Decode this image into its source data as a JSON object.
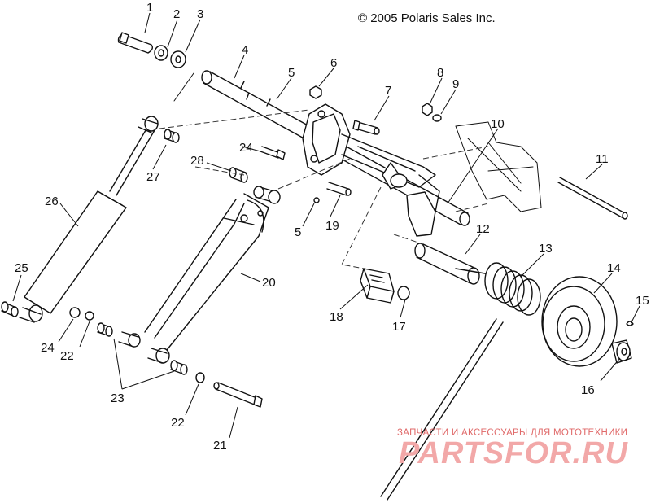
{
  "header": {
    "copyright": "© 2005 Polaris Sales Inc."
  },
  "watermark": {
    "subtitle": "ЗАПЧАСТИ И АКСЕССУАРЫ ДЛЯ МОТОТЕХНИКИ",
    "brand": "PARTSFOR.RU"
  },
  "callouts": [
    {
      "id": "c1",
      "label": "1"
    },
    {
      "id": "c2",
      "label": "2"
    },
    {
      "id": "c3",
      "label": "3"
    },
    {
      "id": "c4",
      "label": "4"
    },
    {
      "id": "c5a",
      "label": "5"
    },
    {
      "id": "c5b",
      "label": "5"
    },
    {
      "id": "c6",
      "label": "6"
    },
    {
      "id": "c7",
      "label": "7"
    },
    {
      "id": "c8",
      "label": "8"
    },
    {
      "id": "c9",
      "label": "9"
    },
    {
      "id": "c10",
      "label": "10"
    },
    {
      "id": "c11",
      "label": "11"
    },
    {
      "id": "c12",
      "label": "12"
    },
    {
      "id": "c13",
      "label": "13"
    },
    {
      "id": "c14",
      "label": "14"
    },
    {
      "id": "c15",
      "label": "15"
    },
    {
      "id": "c16",
      "label": "16"
    },
    {
      "id": "c17",
      "label": "17"
    },
    {
      "id": "c18",
      "label": "18"
    },
    {
      "id": "c19",
      "label": "19"
    },
    {
      "id": "c20",
      "label": "20"
    },
    {
      "id": "c21",
      "label": "21"
    },
    {
      "id": "c22a",
      "label": "22"
    },
    {
      "id": "c22b",
      "label": "22"
    },
    {
      "id": "c23",
      "label": "23"
    },
    {
      "id": "c24a",
      "label": "24"
    },
    {
      "id": "c24b",
      "label": "24"
    },
    {
      "id": "c25",
      "label": "25"
    },
    {
      "id": "c26",
      "label": "26"
    },
    {
      "id": "c27",
      "label": "27"
    },
    {
      "id": "c28",
      "label": "28"
    }
  ]
}
